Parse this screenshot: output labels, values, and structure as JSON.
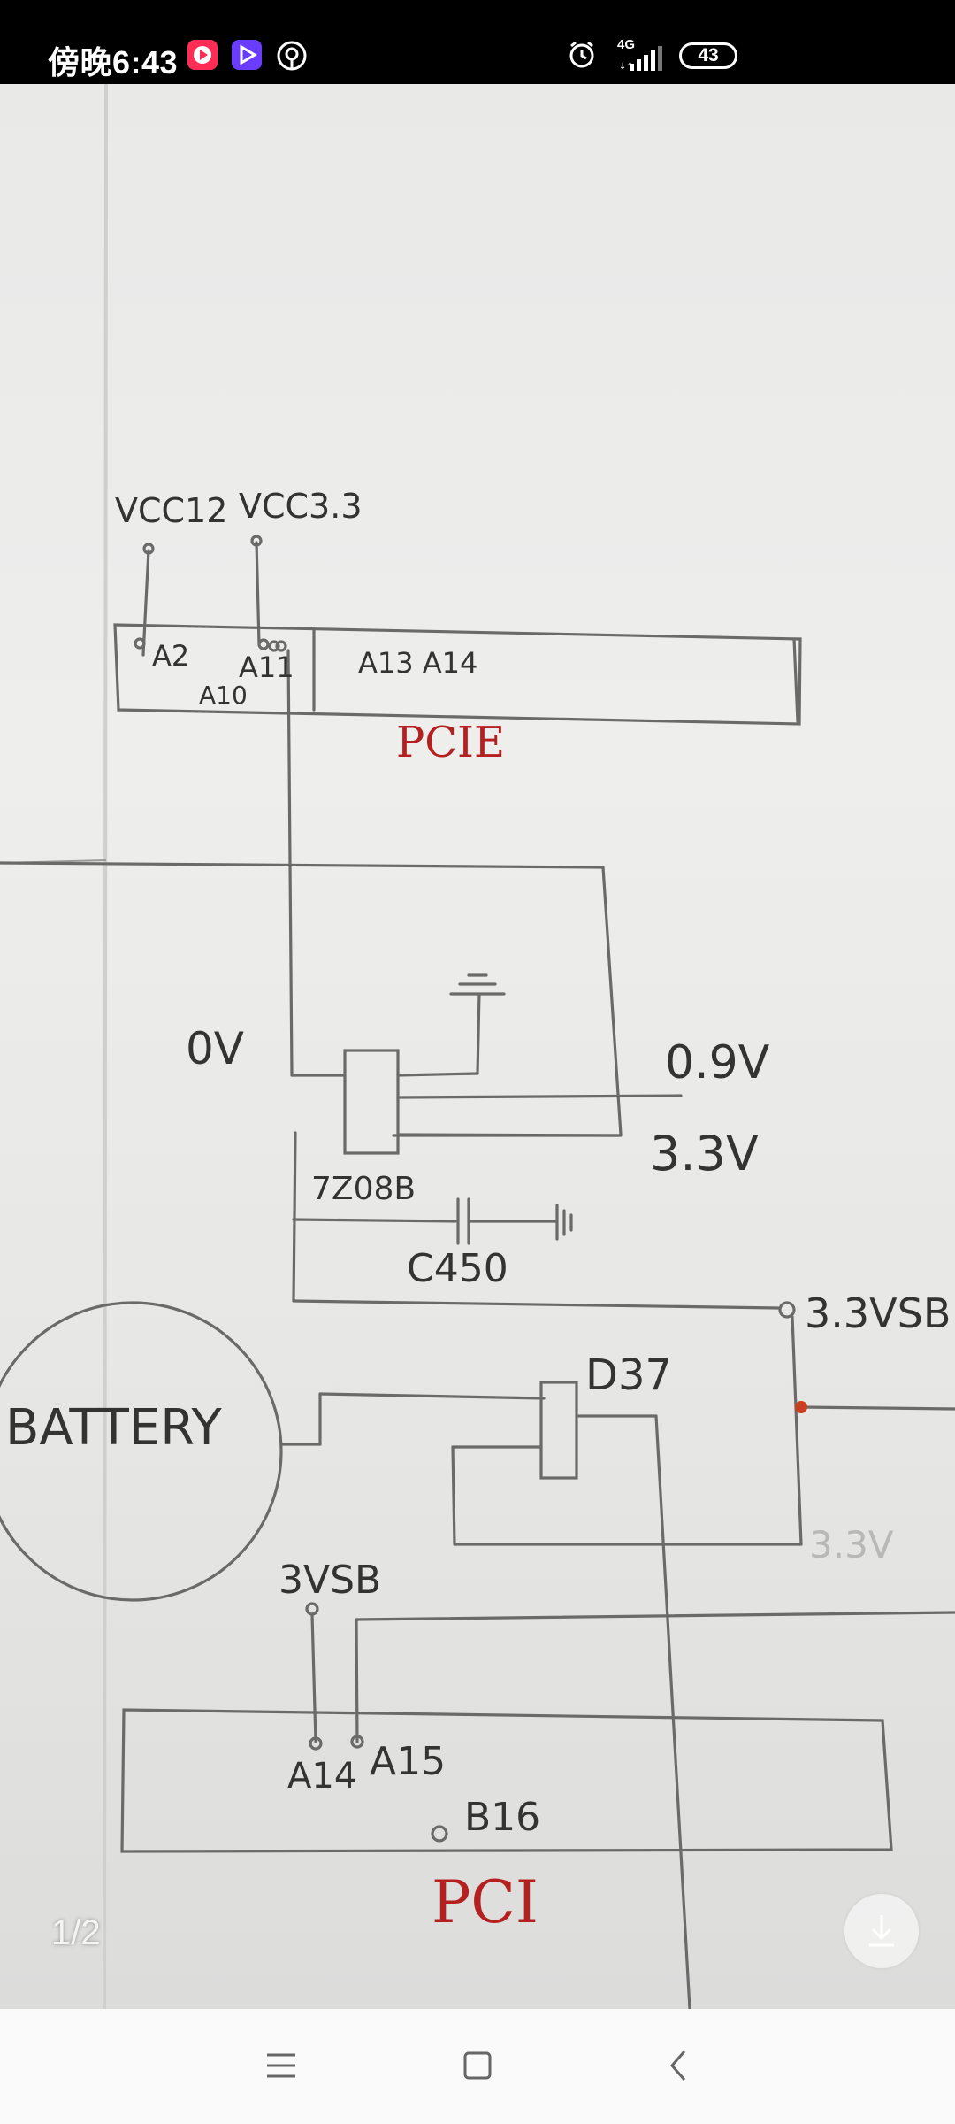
{
  "status_bar": {
    "time": "傍晚6:43",
    "network": "4G",
    "battery_level": "43",
    "app_icons": [
      "video-app-icon",
      "player-app-icon",
      "podcast-icon"
    ],
    "right_icons": [
      "alarm-icon",
      "signal-icon",
      "battery-icon"
    ]
  },
  "viewer": {
    "page_indicator": "1/2",
    "download_icon": "download-arrow-icon"
  },
  "drawing": {
    "labels": {
      "vcc12": "VCC12",
      "vcc33": "VCC3.3",
      "a2": "A2",
      "a11": "A11",
      "a10": "A10",
      "a13_a14": "A13 A14",
      "pcie": "PCIE",
      "zero_v": "0V",
      "v09": "0.9V",
      "v33": "3.3V",
      "chip": "7Z08B",
      "cap": "C450",
      "v33vsb": "3.3VSB",
      "battery": "BATTERY",
      "diode": "D37",
      "faint_33": "3.3V",
      "three_vsb": "3VSB",
      "a14": "A14",
      "a15": "A15",
      "b16": "B16",
      "pci": "PCI"
    }
  },
  "nav": {
    "icons": [
      "menu-icon",
      "home-square-icon",
      "back-chevron-icon"
    ]
  }
}
